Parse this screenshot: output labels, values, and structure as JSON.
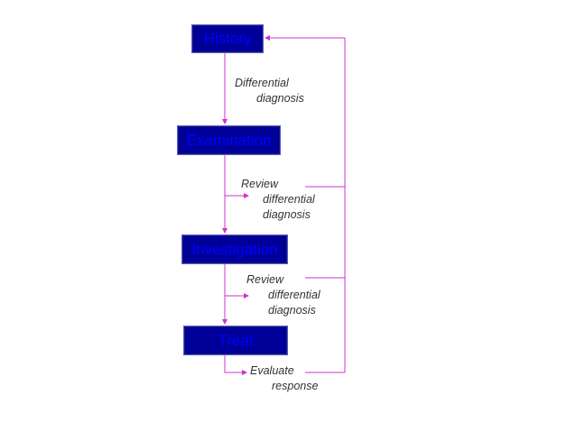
{
  "colors": {
    "box_fill": "#000099",
    "box_text": "#0000ff",
    "connector": "#cc33cc",
    "note_text": "#333333"
  },
  "steps": [
    {
      "label": "History"
    },
    {
      "label": "Examination"
    },
    {
      "label": "Investigation"
    },
    {
      "label": "Treat"
    }
  ],
  "notes": [
    {
      "lines": [
        "Differential",
        "diagnosis"
      ]
    },
    {
      "lines": [
        "Review",
        "differential",
        "diagnosis"
      ]
    },
    {
      "lines": [
        "Review",
        "differential",
        "diagnosis"
      ]
    },
    {
      "lines": [
        "Evaluate",
        "response"
      ]
    }
  ]
}
